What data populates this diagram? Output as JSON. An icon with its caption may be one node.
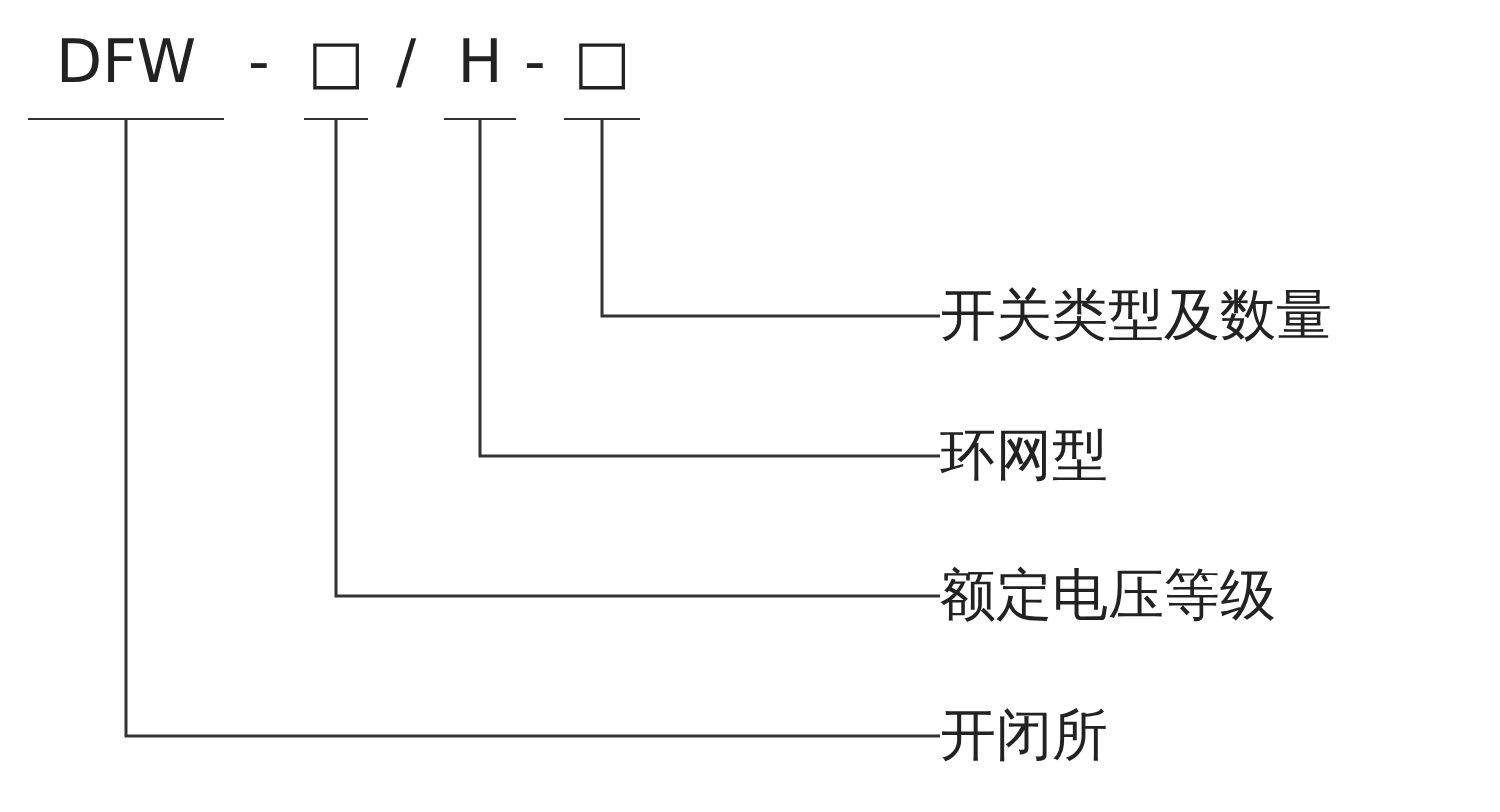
{
  "diagram": {
    "nodes": [
      {
        "text": [
          "DFW"
        ]
      },
      {
        "text": [
          "□"
        ]
      },
      {
        "text": [
          "H"
        ]
      },
      {
        "text": [
          "□"
        ]
      },
      {
        "text": [
          "开关类型及数量"
        ]
      },
      {
        "text": [
          "环网型"
        ]
      },
      {
        "text": [
          "额定电压等级"
        ]
      },
      {
        "text": [
          "开闭所"
        ]
      }
    ],
    "edges": [
      {
        "from": 4,
        "to": 3,
        "arrow": "none"
      },
      {
        "from": 5,
        "to": 2,
        "arrow": "none"
      },
      {
        "from": 6,
        "to": 1,
        "arrow": "none"
      },
      {
        "from": 7,
        "to": 0,
        "arrow": "none"
      }
    ],
    "labels": [
      "-",
      "/",
      "-"
    ]
  }
}
